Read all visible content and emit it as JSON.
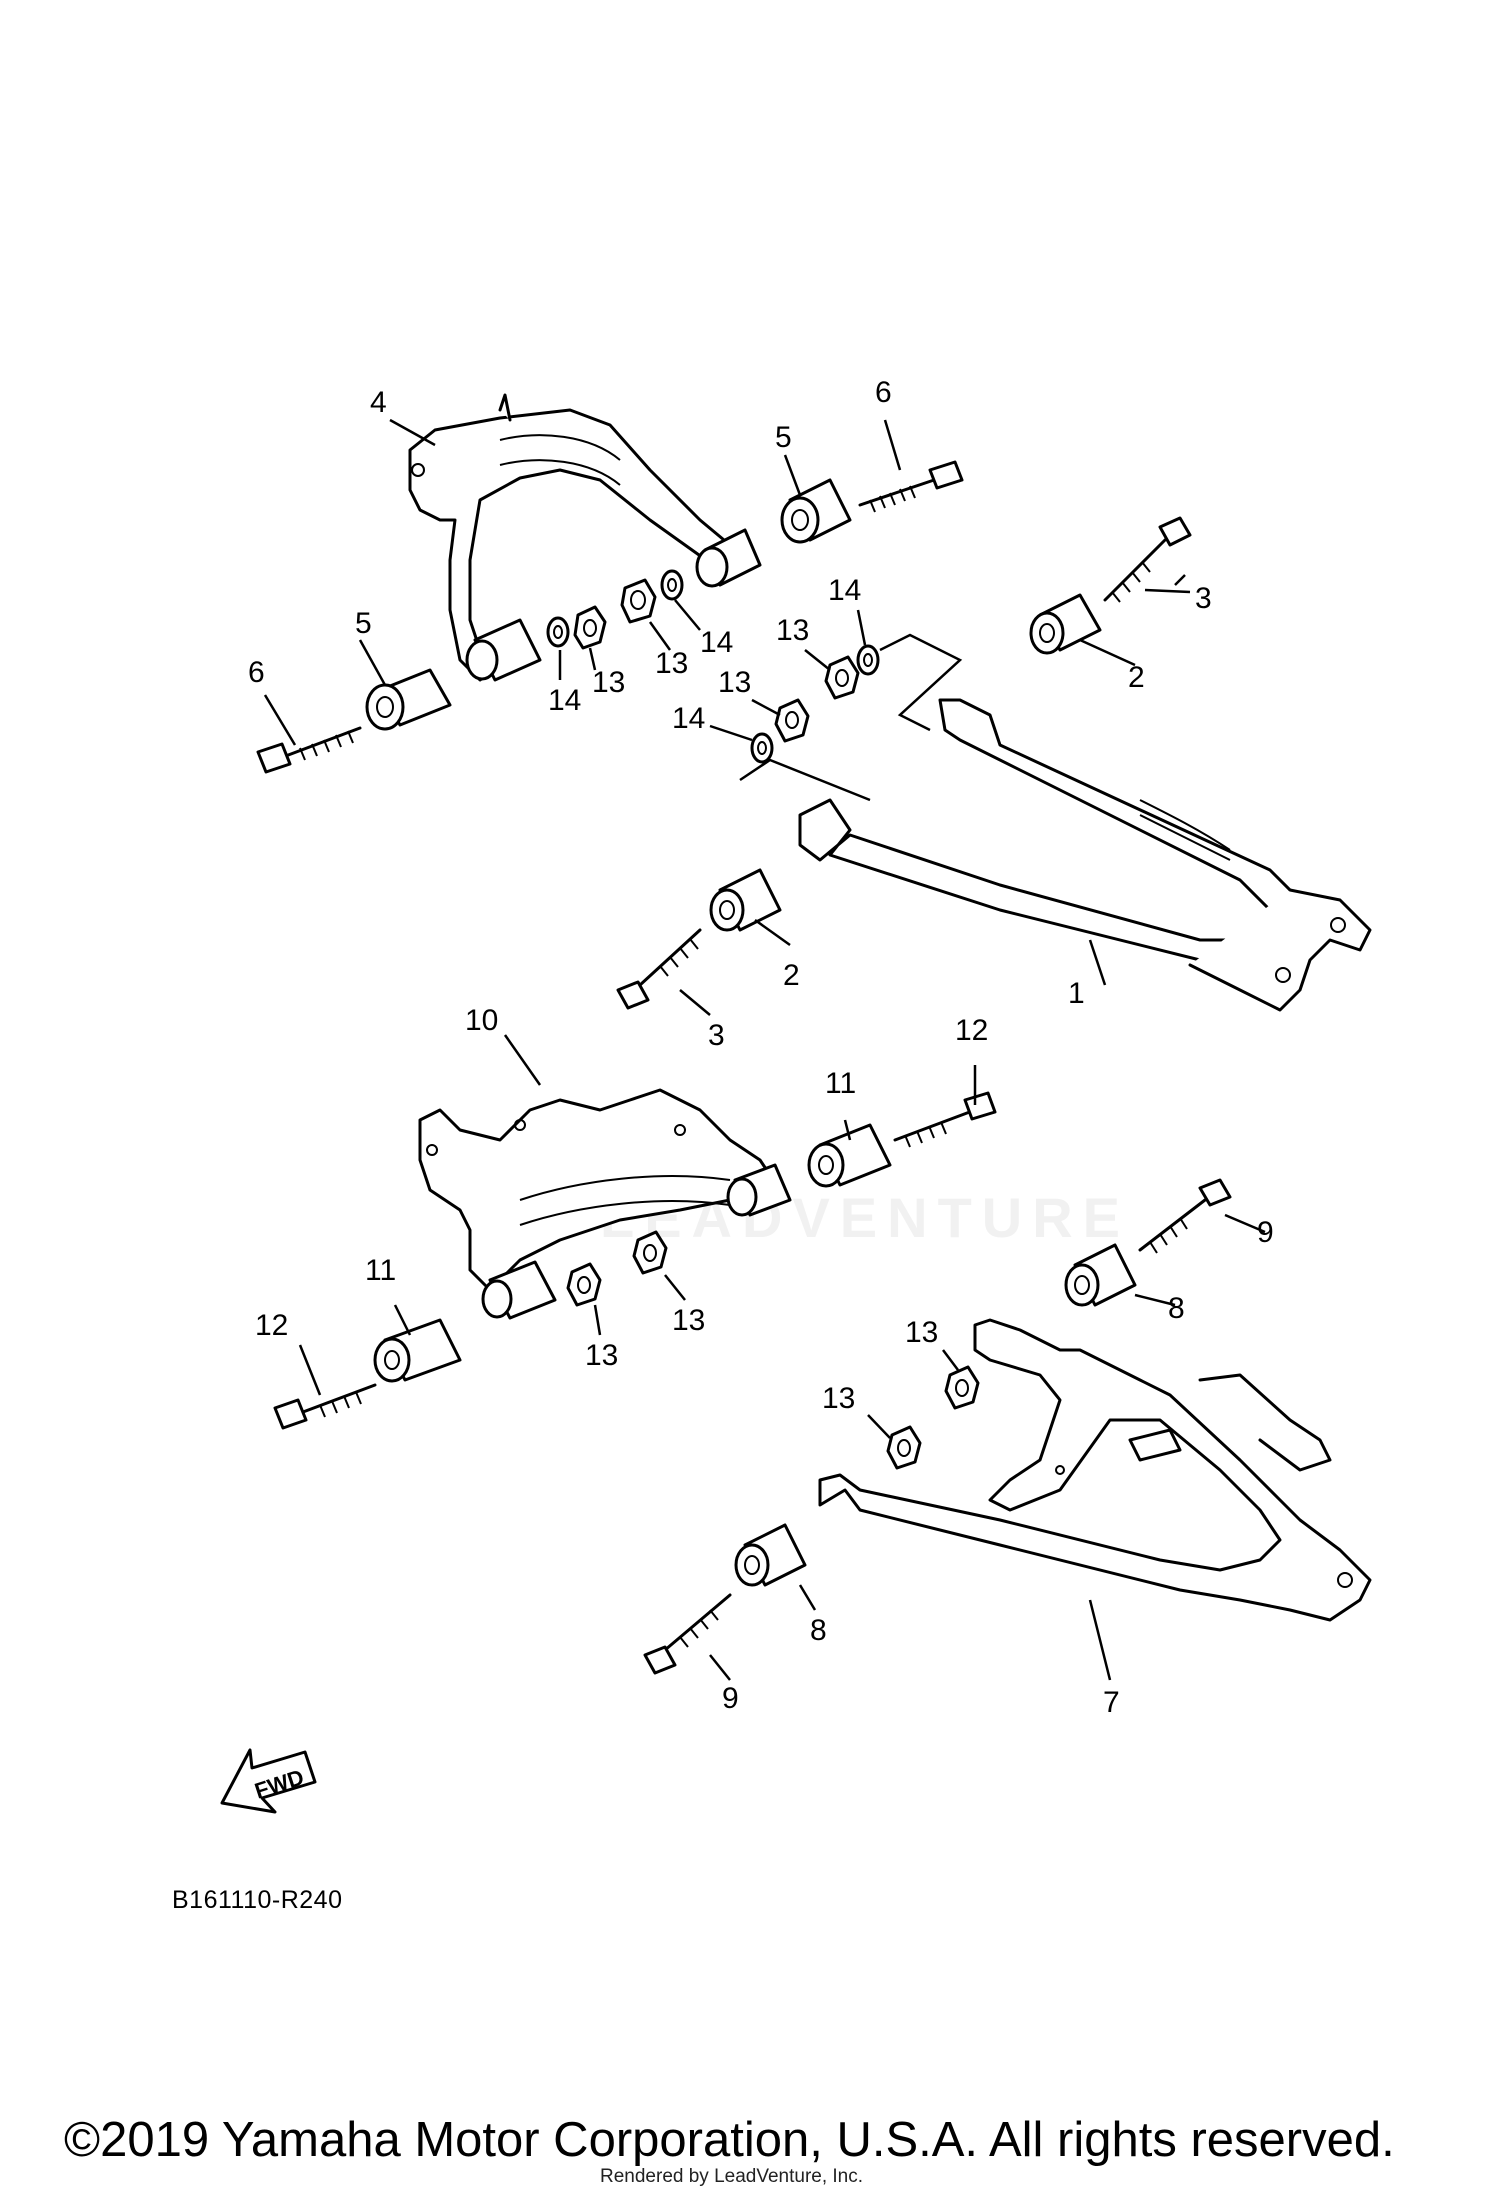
{
  "diagram": {
    "reference_code": "B161110-R240",
    "fwd_label": "FWD",
    "copyright": "©2019 Yamaha Motor Corporation, U.S.A. All rights reserved.",
    "rendered_by": "Rendered by LeadVenture, Inc.",
    "watermark": "LEADVENTURE",
    "callouts": [
      {
        "id": "c1",
        "label": "1"
      },
      {
        "id": "c2a",
        "label": "2"
      },
      {
        "id": "c2b",
        "label": "2"
      },
      {
        "id": "c3a",
        "label": "3"
      },
      {
        "id": "c3b",
        "label": "3"
      },
      {
        "id": "c4",
        "label": "4"
      },
      {
        "id": "c5a",
        "label": "5"
      },
      {
        "id": "c5b",
        "label": "5"
      },
      {
        "id": "c6a",
        "label": "6"
      },
      {
        "id": "c6b",
        "label": "6"
      },
      {
        "id": "c7",
        "label": "7"
      },
      {
        "id": "c8a",
        "label": "8"
      },
      {
        "id": "c8b",
        "label": "8"
      },
      {
        "id": "c9a",
        "label": "9"
      },
      {
        "id": "c9b",
        "label": "9"
      },
      {
        "id": "c10",
        "label": "10"
      },
      {
        "id": "c11a",
        "label": "11"
      },
      {
        "id": "c11b",
        "label": "11"
      },
      {
        "id": "c12a",
        "label": "12"
      },
      {
        "id": "c12b",
        "label": "12"
      },
      {
        "id": "c13a",
        "label": "13"
      },
      {
        "id": "c13b",
        "label": "13"
      },
      {
        "id": "c13c",
        "label": "13"
      },
      {
        "id": "c13d",
        "label": "13"
      },
      {
        "id": "c13e",
        "label": "13"
      },
      {
        "id": "c13f",
        "label": "13"
      },
      {
        "id": "c13g",
        "label": "13"
      },
      {
        "id": "c13h",
        "label": "13"
      },
      {
        "id": "c14a",
        "label": "14"
      },
      {
        "id": "c14b",
        "label": "14"
      },
      {
        "id": "c14c",
        "label": "14"
      },
      {
        "id": "c14d",
        "label": "14"
      }
    ]
  }
}
